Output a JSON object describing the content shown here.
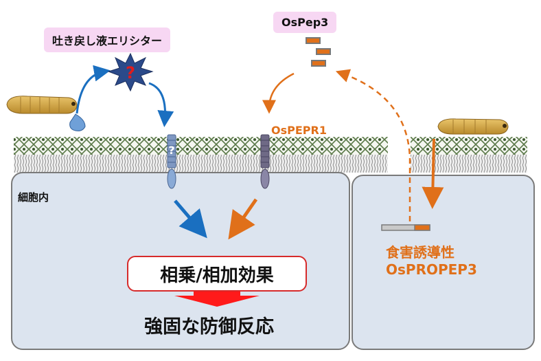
{
  "labels": {
    "elicitor": "吐き戻し液エリシター",
    "peptide": "OsPep3",
    "receptor": "OsPEPR1",
    "intracellular": "細胞内",
    "synergy": "相乗/相加効果",
    "defense": "強固な防御反応",
    "gene_line1": "食害誘導性",
    "gene_line2": "OsPROPEP3",
    "unknown_mark": "?"
  },
  "colors": {
    "blue_arrow": "#1a6fc0",
    "orange_arrow": "#e0701a",
    "red_arrow": "#ff1a1a",
    "cell_fill": "#dce4ef",
    "cell_border": "#7a7a7a",
    "label_bg": "#f7d7f3"
  },
  "icons": [
    "caterpillar-icon",
    "spiky-star-icon",
    "drop-icon",
    "receptor-icon"
  ]
}
